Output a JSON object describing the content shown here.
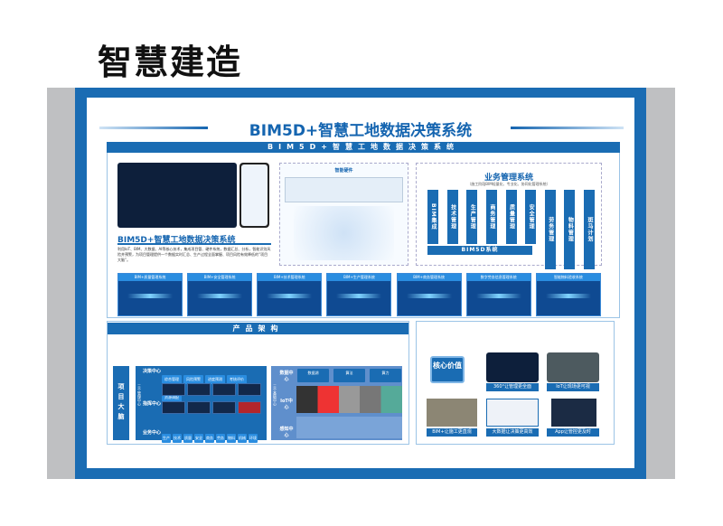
{
  "title": "智慧建造",
  "poster": {
    "heading": "BIM5D+智慧工地数据决策系统",
    "top_bar": "BIM5D+智慧工地数据决策系统",
    "decision_system": {
      "title": "BIM5D+智慧工地数据决策系统",
      "desc": "利用IoT、BIM、大数据、AI等核心技术，集成项目管、硬件系统，数据汇总、分析，智能识别风险并预警，为项目管理提供一个数据实时汇总、生产过程全面掌握、项目风险有效降低的“项目大脑”。"
    },
    "hardware": {
      "title": "智能硬件"
    },
    "business": {
      "title": "业务管理系统",
      "subtitle": "（施工阶段BIM轻量化、专业化、协同化管理系统）",
      "columns": [
        "BIM集成",
        "技术管理",
        "生产管理",
        "商务管理",
        "质量管理",
        "安全管理",
        "劳务管理",
        "物料管理",
        "斑马计划"
      ],
      "base": "BIM5D系统"
    },
    "cards": [
      "BIM+质量管理系统",
      "BIM+安全管理系统",
      "BIM+技术管理系统",
      "BIM+生产管理系统",
      "BIM+商务管理系统",
      "数字劳务信息管理系统",
      "智能物料验收系统"
    ],
    "architecture": {
      "title": "产品架构",
      "brain": "项目大脑",
      "left_side": "三个管理中心",
      "decision": {
        "label": "决策中心",
        "items": [
          "综合管理",
          "风险预警",
          "进度预测",
          "考核评价",
          "资源调配"
        ]
      },
      "command": {
        "label": "指挥中心"
      },
      "business": {
        "label": "业务中心",
        "items": [
          "生产",
          "技术",
          "质量",
          "安全",
          "商务",
          "劳务",
          "物料",
          "机械",
          "环境"
        ]
      },
      "right_side": "三个基础中心",
      "data": {
        "label": "数据中心",
        "groups": [
          "数据湖",
          "算法",
          "算力"
        ]
      },
      "iot": {
        "label": "IoT中心"
      },
      "sensing": {
        "label": "感知中心"
      }
    },
    "core_value": {
      "title": "核心价值",
      "items": [
        "360°让管理更全面",
        "IoT让现场更可视",
        "BIM+让施工更直观",
        "大数据让决策更高效",
        "App让管控更及时"
      ]
    }
  },
  "colors": {
    "brand": "#1a6cb3",
    "dark": "#0f4a92"
  }
}
